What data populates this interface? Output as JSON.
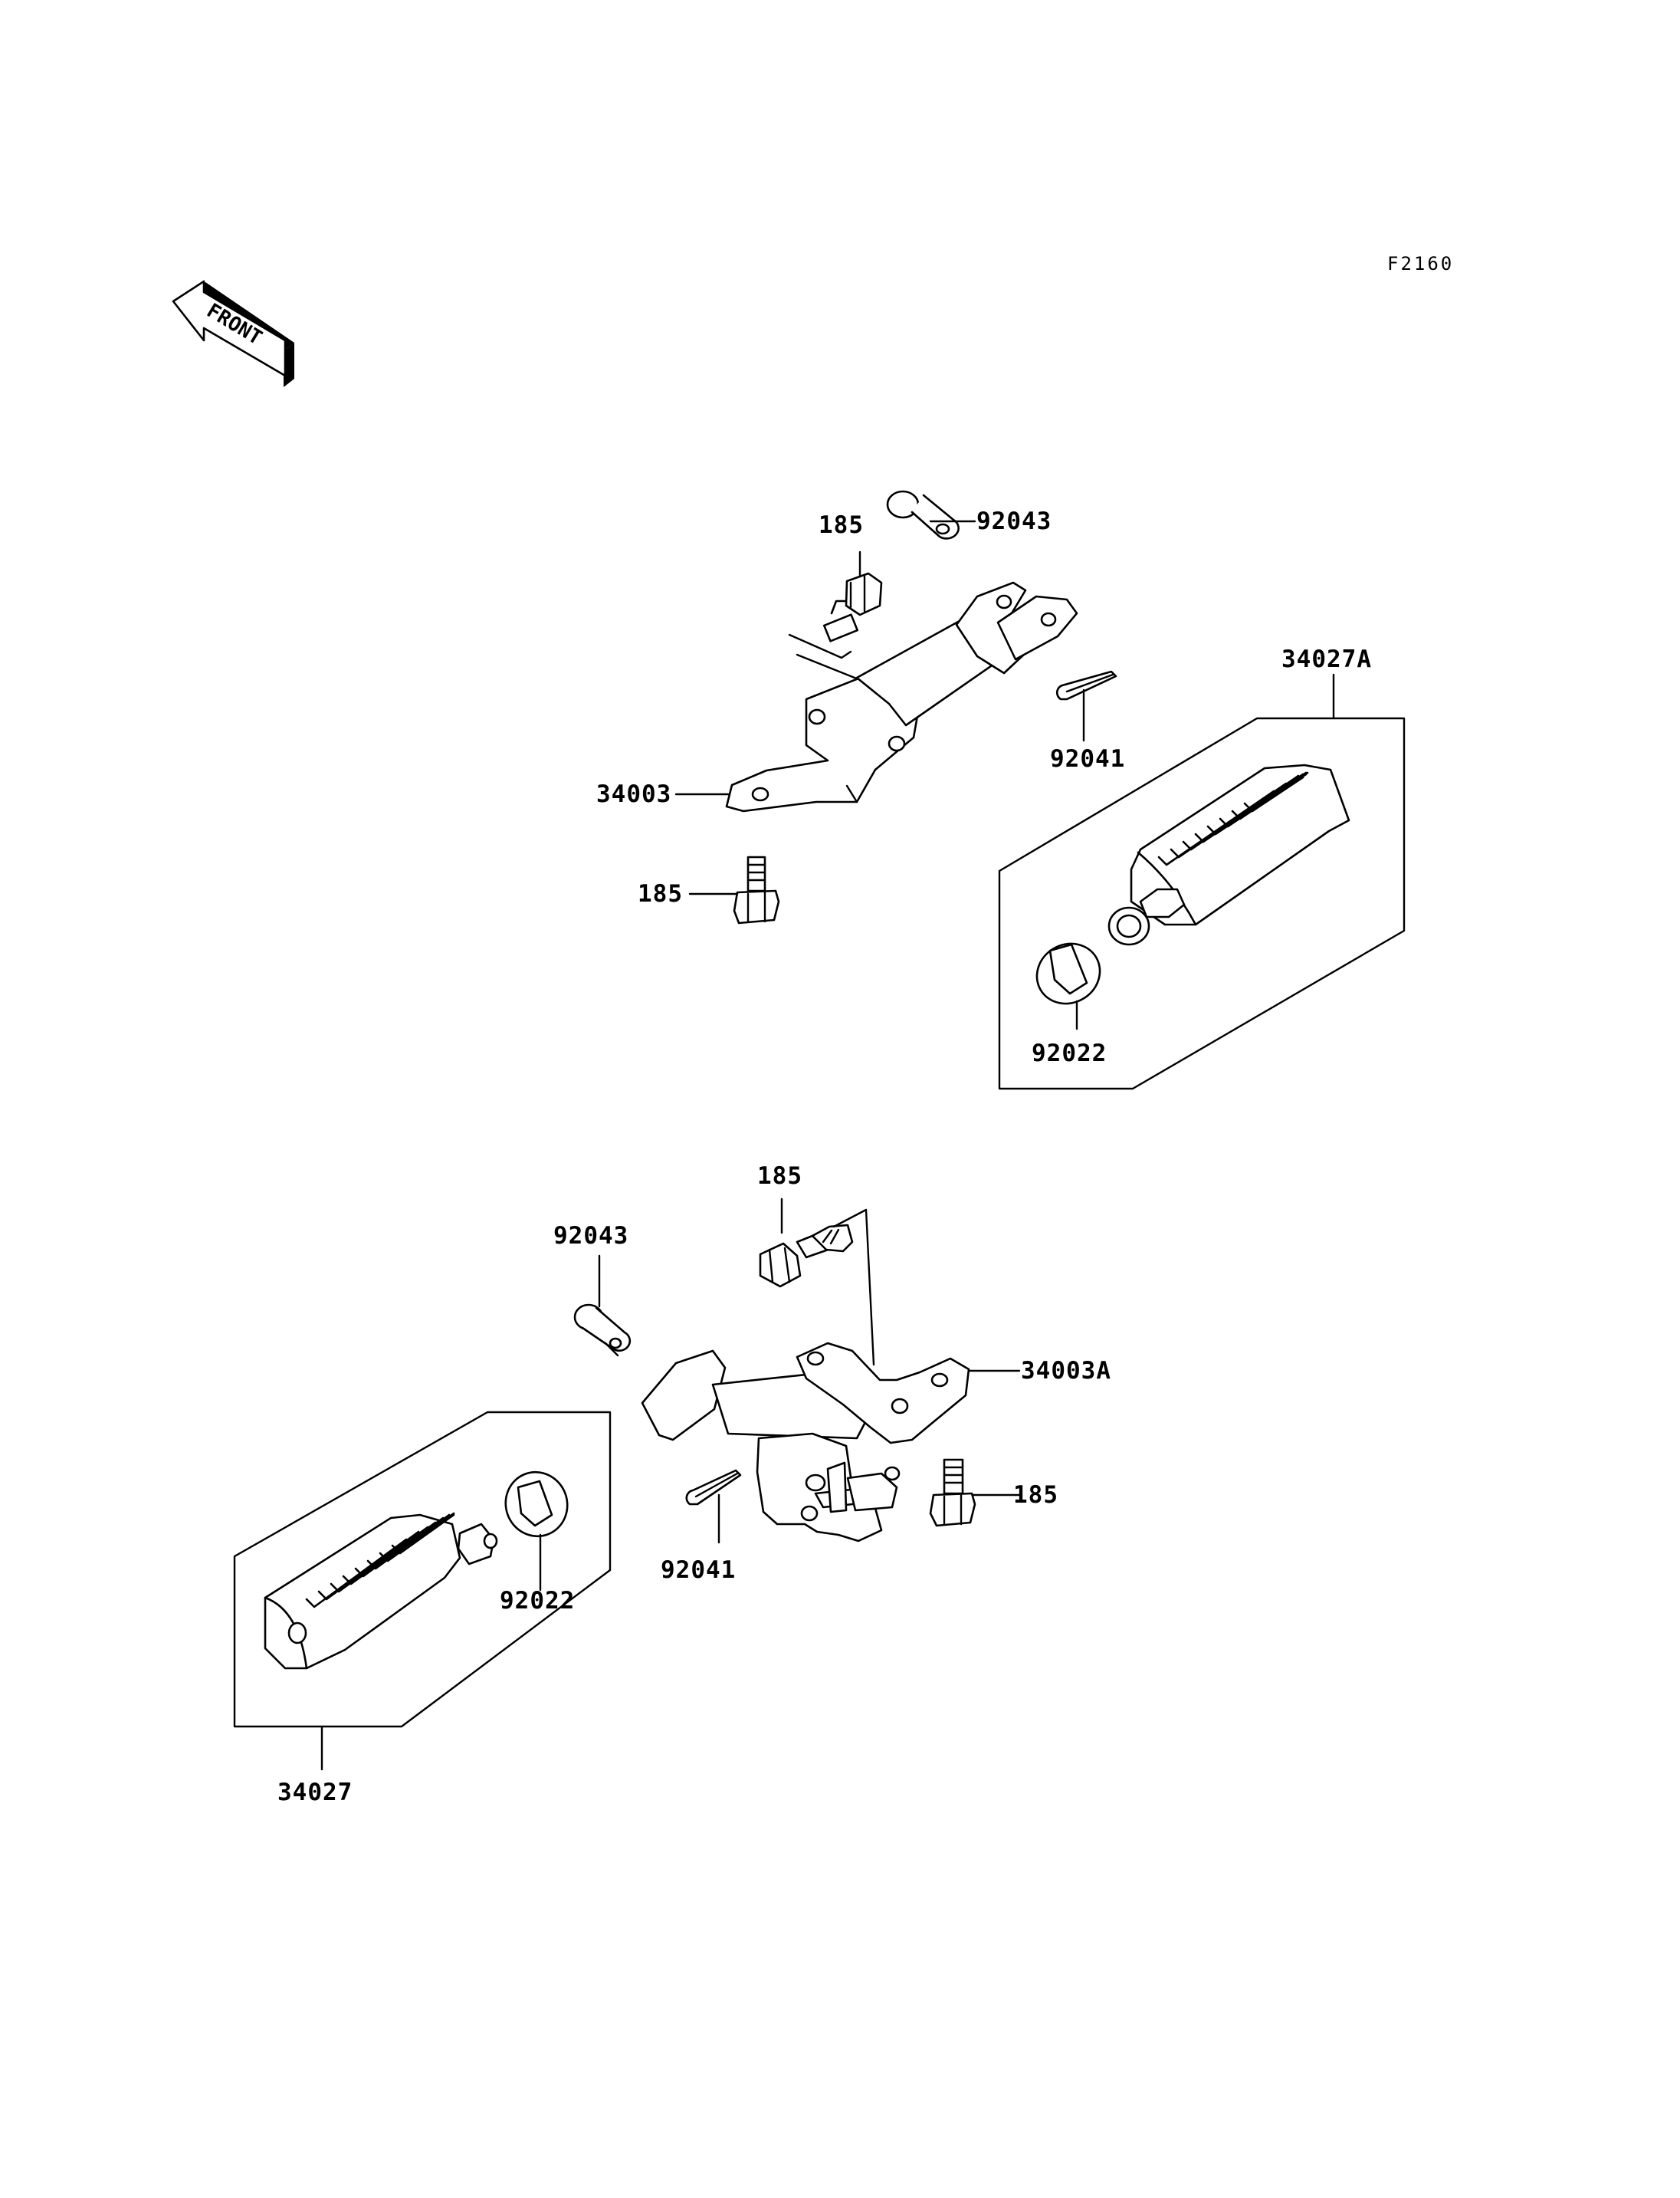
{
  "diagram_ref": "F2160",
  "front_label": "FRONT",
  "upper_assembly": {
    "bolt_top": "185",
    "pin": "92043",
    "bracket": "34003",
    "bolt_bottom": "185",
    "cotter_pin": "92041",
    "footpeg_kit": "34027A",
    "rubber": "92022"
  },
  "lower_assembly": {
    "bolt_top": "185",
    "pin": "92043",
    "bracket": "34003A",
    "bolt_right": "185",
    "cotter_pin": "92041",
    "footpeg_kit": "34027",
    "rubber": "92022"
  }
}
